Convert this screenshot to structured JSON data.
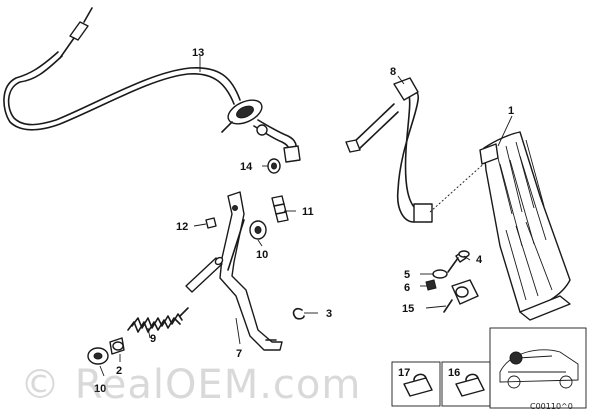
{
  "callouts": {
    "p1": "1",
    "p2": "2",
    "p3": "3",
    "p4": "4",
    "p5": "5",
    "p6": "6",
    "p7": "7",
    "p8": "8",
    "p9": "9",
    "p10a": "10",
    "p10b": "10",
    "p11": "11",
    "p12": "12",
    "p13": "13",
    "p14": "14",
    "p15": "15",
    "p16": "16",
    "p17": "17"
  },
  "watermark": "© RealOEM.com",
  "drawing_number": "C00110^0"
}
